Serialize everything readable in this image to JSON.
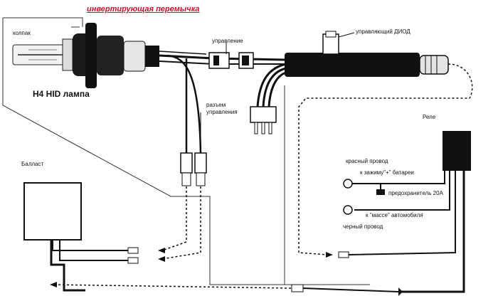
{
  "labels": {
    "title_jumper": "инвертирующая перемычка",
    "cap": "колпак",
    "control": "управление",
    "control_diode": "управляющий ДИОД",
    "lamp": "H4 HID лампа",
    "control_connector_1": "разъем",
    "control_connector_2": "управления",
    "relay": "Реле",
    "ballast": "Балласт",
    "red_wire": "красный провод",
    "to_battery": "к зажиму\"+\" батареи",
    "fuse": "предохранитель 20А",
    "to_ground": "к \"массе\" автомобиля",
    "black_wire": "черный провод"
  },
  "colors": {
    "ink": "#111111",
    "accent_red": "#c8102e"
  }
}
